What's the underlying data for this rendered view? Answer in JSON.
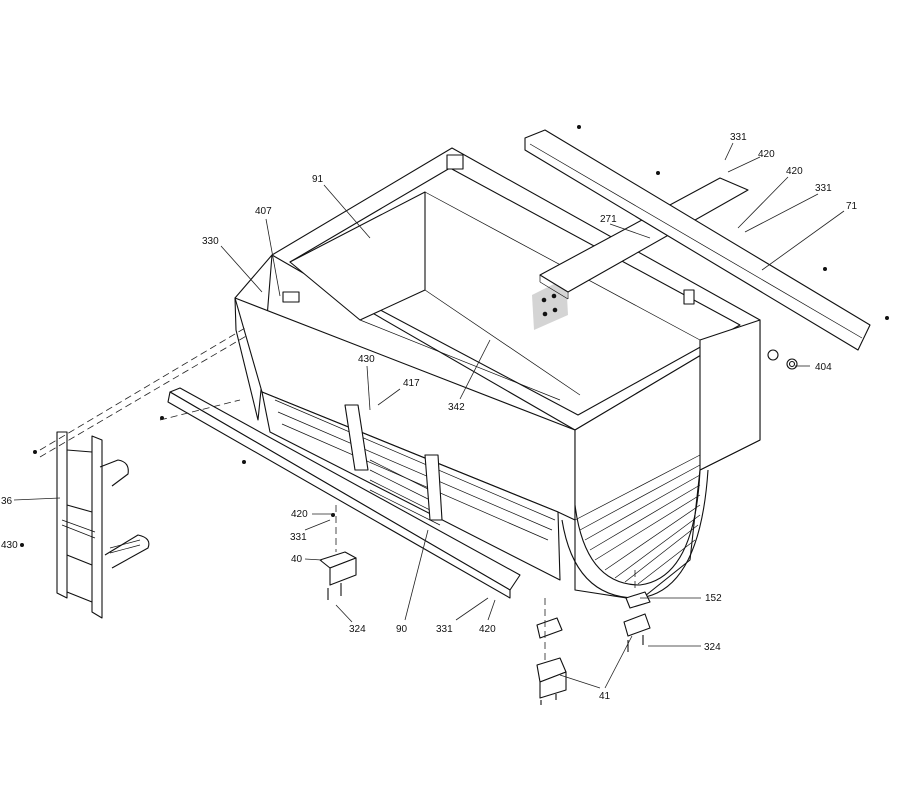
{
  "title": "",
  "callouts": {
    "c_331_a": "331",
    "c_420_a": "420",
    "c_420_b": "420",
    "c_331_b": "331",
    "c_71": "71",
    "c_91": "91",
    "c_407": "407",
    "c_330": "330",
    "c_271": "271",
    "c_430_a": "430",
    "c_417": "417",
    "c_342": "342",
    "c_404": "404",
    "c_36": "36",
    "c_430_b": "430",
    "c_420_c": "420",
    "c_331_c": "331",
    "c_40": "40",
    "c_324_a": "324",
    "c_90": "90",
    "c_331_d": "331",
    "c_420_d": "420",
    "c_152": "152",
    "c_324_b": "324",
    "c_41": "41"
  }
}
